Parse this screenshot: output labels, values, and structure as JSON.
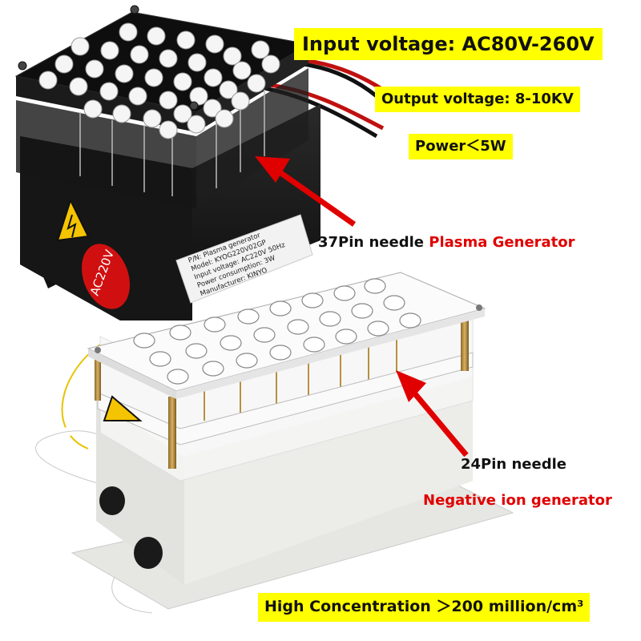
{
  "specs": {
    "input_voltage": "Input voltage: AC80V-260V",
    "output_voltage": "Output voltage: 8-10KV",
    "power": "Power＜5W"
  },
  "plasma": {
    "pin_label": "37Pin needle ",
    "name": "Plasma Generator",
    "label_lines": [
      "P/N: Plasma generator",
      "Model: KYOG220V02GP",
      "Input voltage: AC220V 50Hz",
      "Power consumption: 3W",
      "Manufacturer: KINYO"
    ],
    "badge": "AC220V"
  },
  "ion": {
    "pin_label": "24Pin needle",
    "name": "Negative ion generator"
  },
  "concentration": "High Concentration ＞200 million/cm³",
  "colors": {
    "highlight": "#ffff00",
    "accent_red": "#e00000",
    "arrow_red": "#e00000"
  }
}
